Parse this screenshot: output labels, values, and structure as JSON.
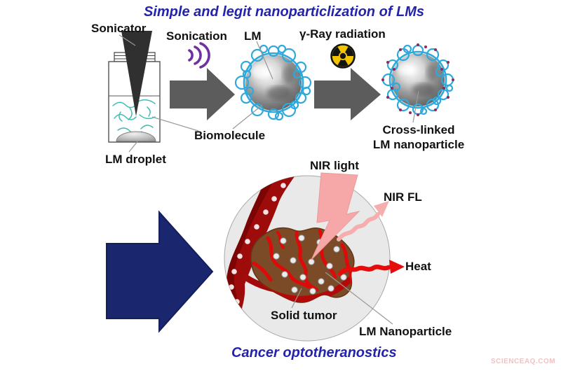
{
  "title": "Simple and legit nanoparticlization of LMs",
  "caption": "Cancer optotheranostics",
  "watermark": "SCIENCEAQ.COM",
  "top_row": {
    "sonicator_label": "Sonicator",
    "sonication_label": "Sonication",
    "lm_label": "LM",
    "gamma_label": "γ-Ray radiation",
    "biomolecule_label": "Biomolecule",
    "lm_droplet_label": "LM droplet",
    "crosslinked_line1": "Cross-linked",
    "crosslinked_line2": "LM nanoparticle"
  },
  "bottom_row": {
    "nir_light_label": "NIR light",
    "nir_fl_label": "NIR FL",
    "heat_label": "Heat",
    "solid_tumor_label": "Solid tumor",
    "lm_nanoparticle_label": "LM Nanoparticle"
  },
  "icons": {
    "radiation_icon": "radiation-hazard-trefoil",
    "sound_waves_icon": "three-purple-arcs",
    "nir_lightning_icon": "pink-lightning-bolt",
    "nir_fl_arrow_icon": "pink-wavy-arrow",
    "heat_arrow_icon": "red-wavy-arrow",
    "process_arrow_icon": "gray-block-arrow",
    "big_arrow_icon": "navy-block-arrow"
  },
  "colors": {
    "title_blue": "#2323AB",
    "navy_arrow": "#1A276F",
    "gray_arrow": "#5C5C5C",
    "biomolecule_teal": "#3FBDB5",
    "coating_cyan": "#2FA9DC",
    "crosslink_purple": "#93275C",
    "radiation_yellow": "#F2C500",
    "sound_wave_purple": "#7030A0",
    "vessel_red": "#9E0B0B",
    "tumor_brown": "#7B4A26",
    "tumor_vessel_red": "#DD0A0A",
    "nir_pink": "#F6A8A8",
    "heat_red": "#E60C0C",
    "scene_circle_gray": "#E9E9E9"
  }
}
